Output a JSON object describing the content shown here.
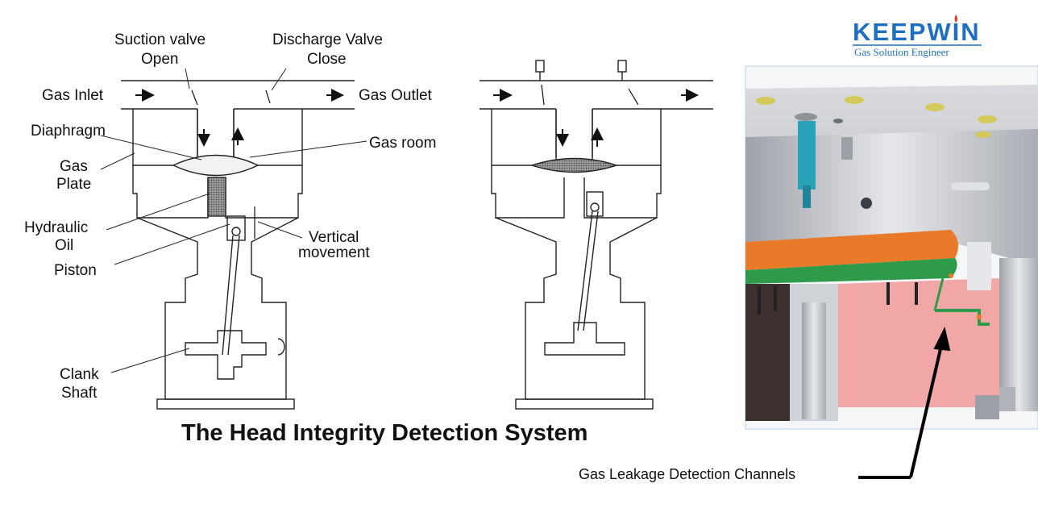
{
  "brand": {
    "name": "KEEPWIN",
    "tagline": "Gas Solution Engineer",
    "brand_color": "#1f6fc0",
    "accent_color": "#e83a2a"
  },
  "title": "The Head Integrity Detection System",
  "labels": {
    "suction_valve": "Suction valve",
    "suction_open": "Open",
    "discharge_valve": "Discharge Valve",
    "discharge_close": "Close",
    "gas_inlet": "Gas Inlet",
    "gas_outlet": "Gas Outlet",
    "diaphragm": "Diaphragm",
    "gas_room": "Gas room",
    "gas_plate_1": "Gas",
    "gas_plate_2": "Plate",
    "hydraulic_oil_1": "Hydraulic",
    "hydraulic_oil_2": "Oil",
    "piston": "Piston",
    "vertical_movement_1": "Vertical",
    "vertical_movement_2": "movement",
    "clank_shaft_1": "Clank",
    "clank_shaft_2": "Shaft",
    "gas_leakage": "Gas Leakage Detection Channels"
  },
  "colors": {
    "diaphragm_plate": "#e87a2a",
    "leak_block": "#f2a7a7",
    "seal_green": "#2e9a4a",
    "coolant_teal": "#2aa3b8",
    "metal": "#c9cbcf"
  }
}
